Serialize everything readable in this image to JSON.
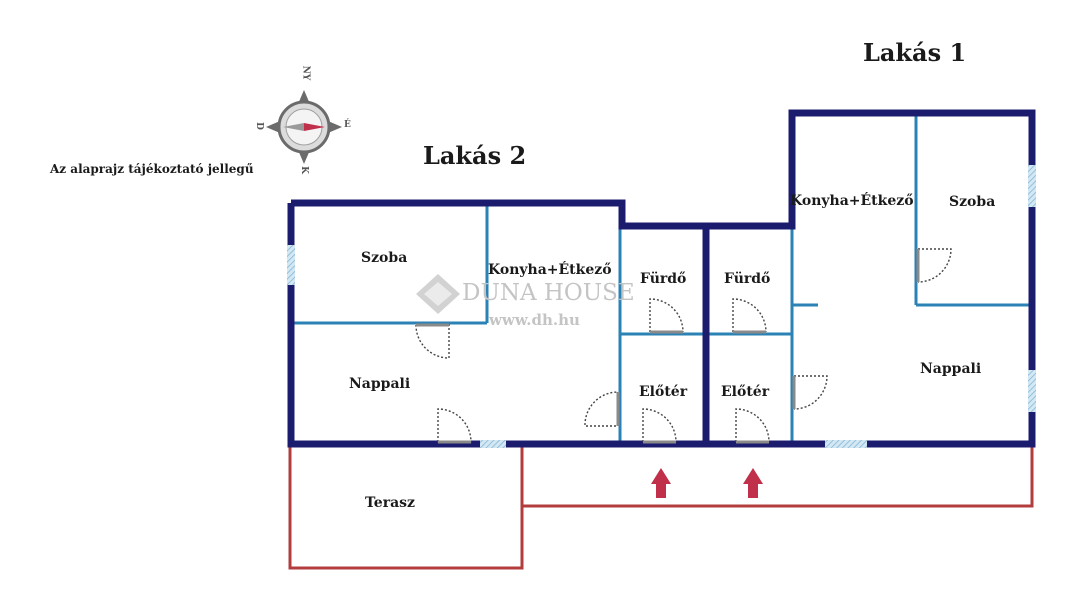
{
  "titles": {
    "apartment_1": "Lakás 1",
    "apartment_2": "Lakás 2"
  },
  "note": "Az alaprajz tájékoztató jellegű",
  "compass": {
    "north": "NY",
    "east": "É",
    "west": "D",
    "south": "K"
  },
  "rooms": {
    "szoba_2": "Szoba",
    "konyha_2": "Konyha+Étkező",
    "furdo_2": "Fürdő",
    "nappali_2": "Nappali",
    "eloter_2": "Előtér",
    "furdo_1": "Fürdő",
    "eloter_1": "Előtér",
    "konyha_1": "Konyha+Étkező",
    "szoba_1": "Szoba",
    "nappali_1": "Nappali",
    "terasz": "Terasz"
  },
  "watermark": {
    "brand": "DUNA HOUSE",
    "url": "www.dh.hu"
  },
  "colors": {
    "outer_wall": "#1c1c6e",
    "inner_wall": "#2b82b5",
    "terrace": "#b33c3c",
    "window": "#9cc6e0",
    "arrow": "#c0304a"
  }
}
